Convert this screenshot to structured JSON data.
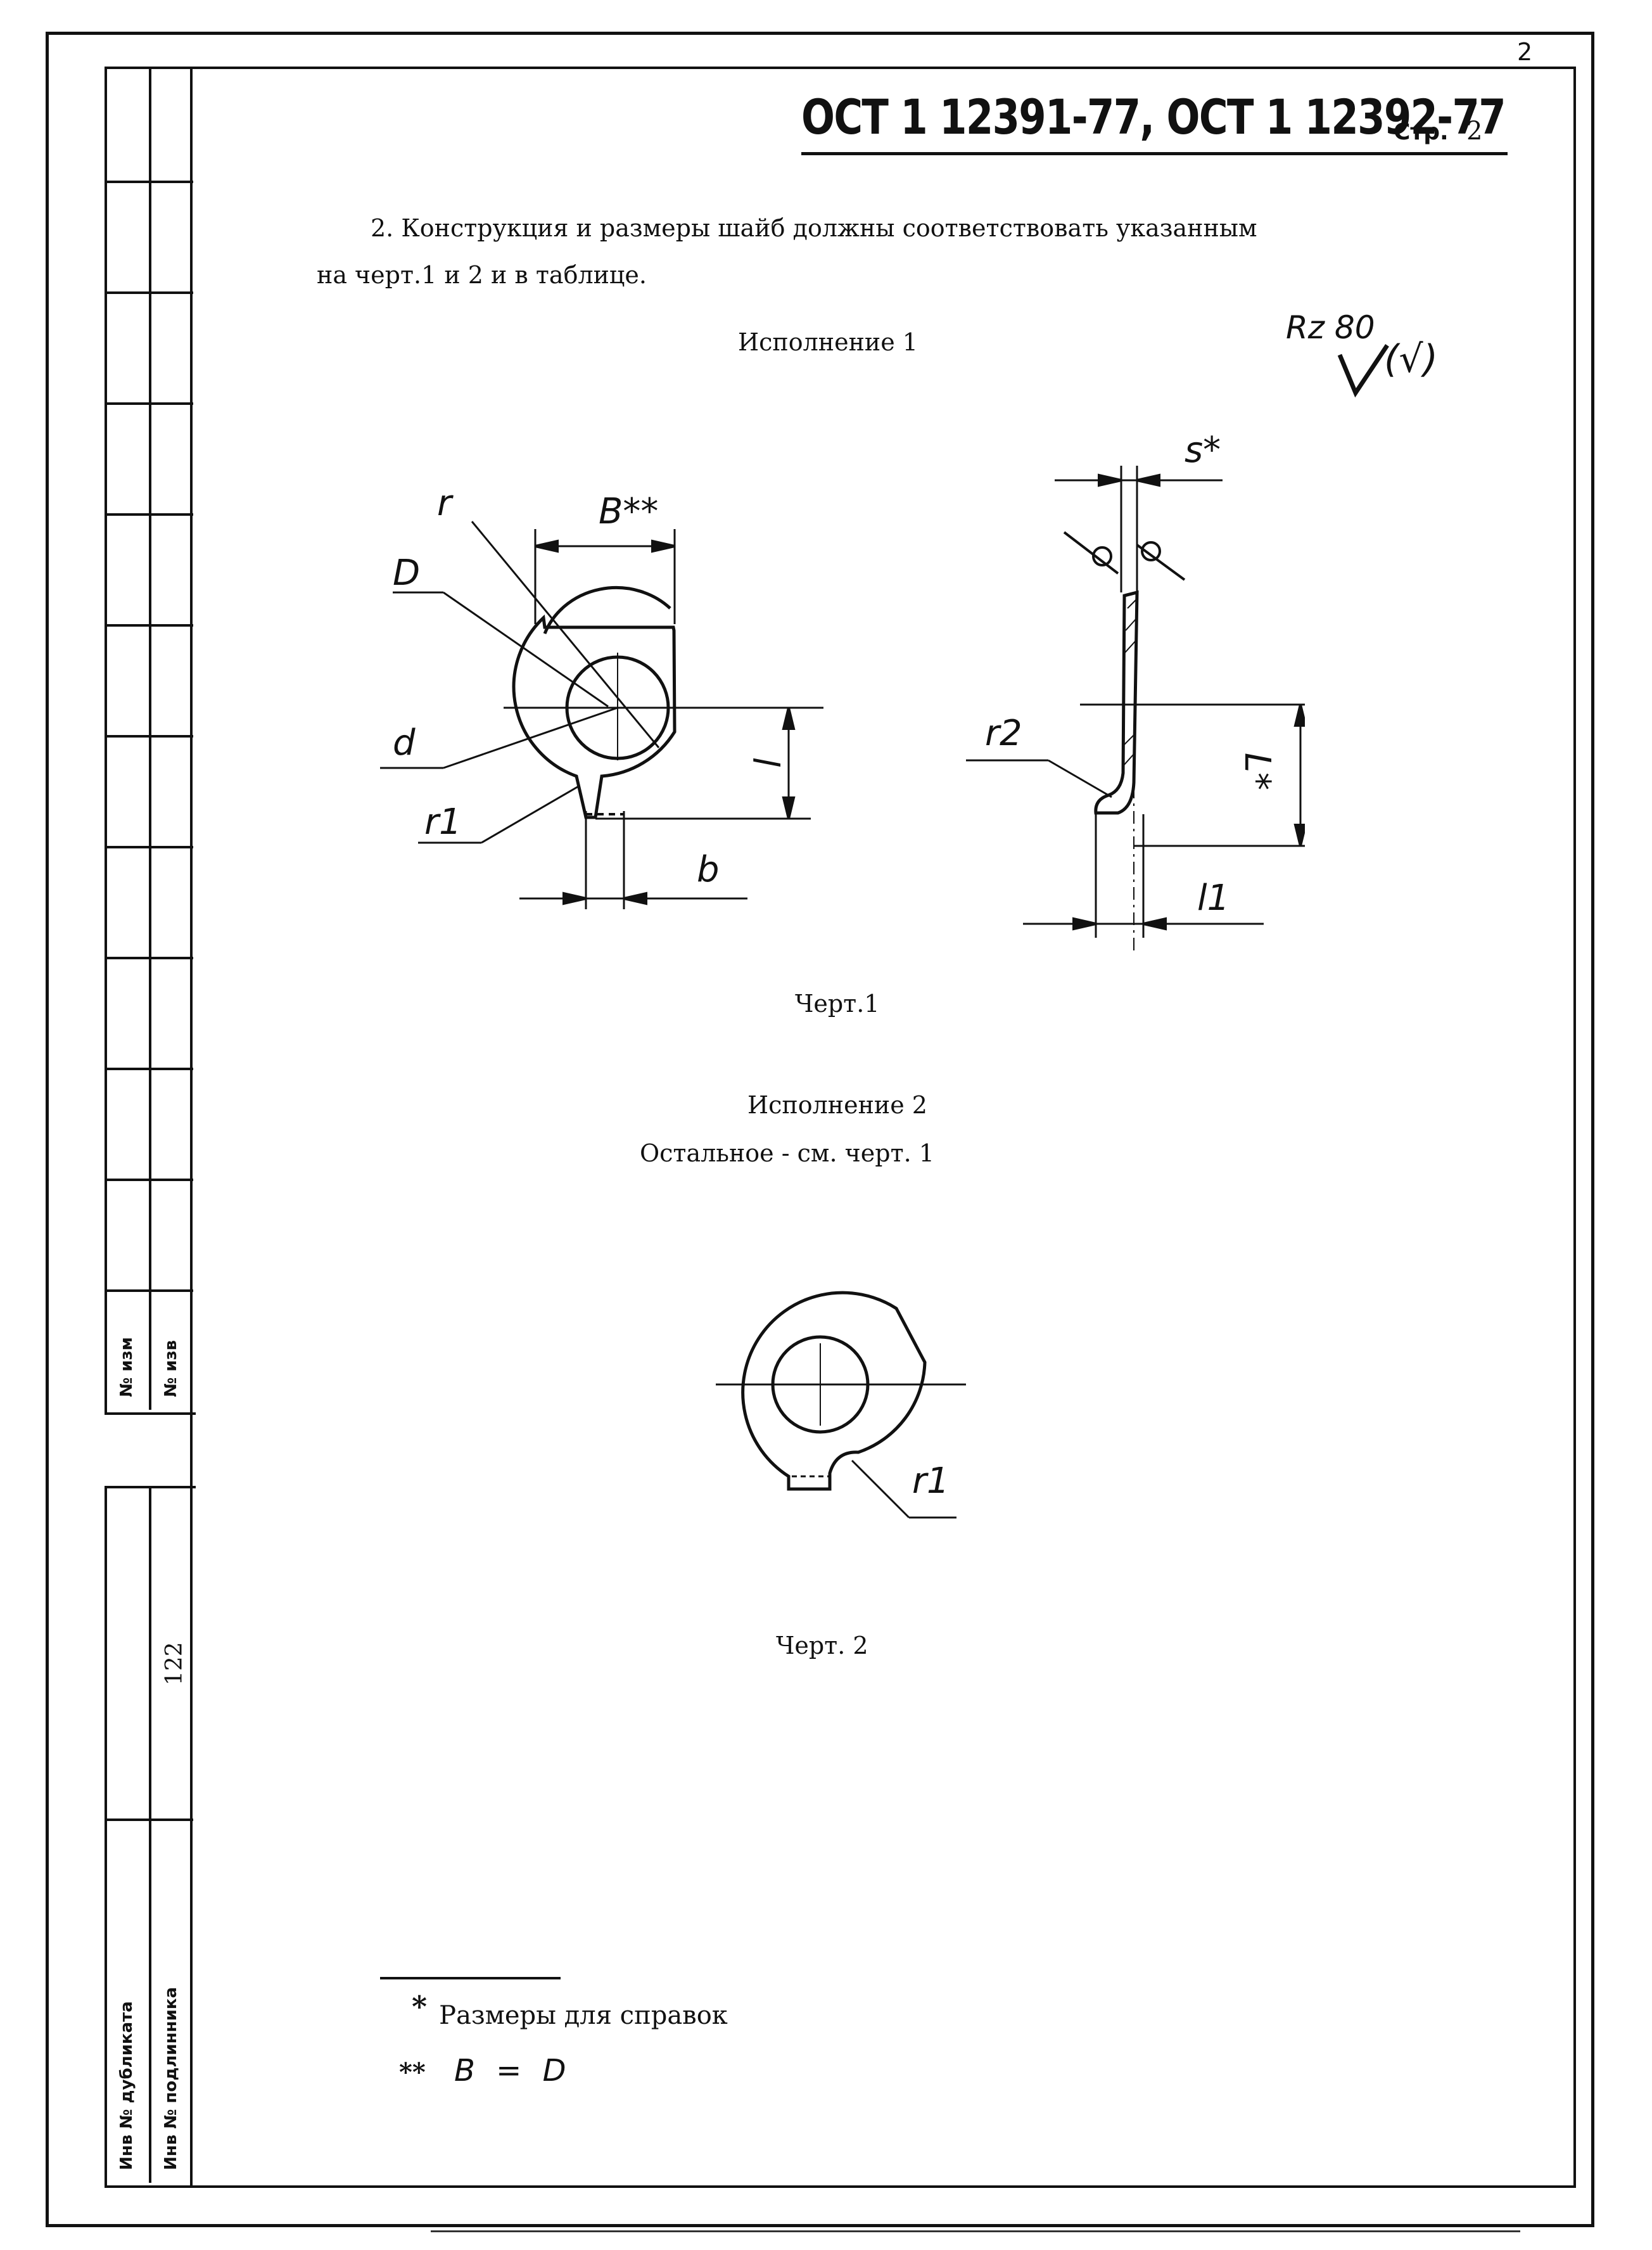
{
  "page": {
    "corner_number": "2",
    "header": {
      "designation": "ОСТ 1 12391-77, ОСТ 1 12392-77",
      "page_label": "Стр.",
      "page_number": "2"
    },
    "paragraph_line1": "2. Конструкция и размеры шайб должны соответствовать указанным",
    "paragraph_line2": "на черт.1 и 2 и в таблице.",
    "roughness": {
      "value": "Rz 80",
      "bracket": "(√)"
    },
    "figure1": {
      "title": "Исполнение 1",
      "caption": "Черт.1",
      "labels": {
        "r": "r",
        "D": "D",
        "B": "B**",
        "d": "d",
        "l": "l",
        "r1": "r1",
        "b": "b",
        "s": "s*",
        "r2": "r2",
        "L": "L*",
        "l1": "l1"
      }
    },
    "figure2": {
      "title": "Исполнение 2",
      "subtitle": "Остальное - см. черт. 1",
      "caption": "Черт. 2",
      "labels": {
        "r1": "r1"
      }
    },
    "footnotes": {
      "note1_mark": "*",
      "note1_text": "Размеры для справок",
      "note2_mark": "**",
      "note2_text": "B = D"
    },
    "margin_stamp": {
      "izm": "№ изм",
      "izv": "№ изв",
      "inv_dubl": "Инв № дубликата",
      "inv_podl": "Инв № подлинника",
      "number": "122"
    }
  }
}
